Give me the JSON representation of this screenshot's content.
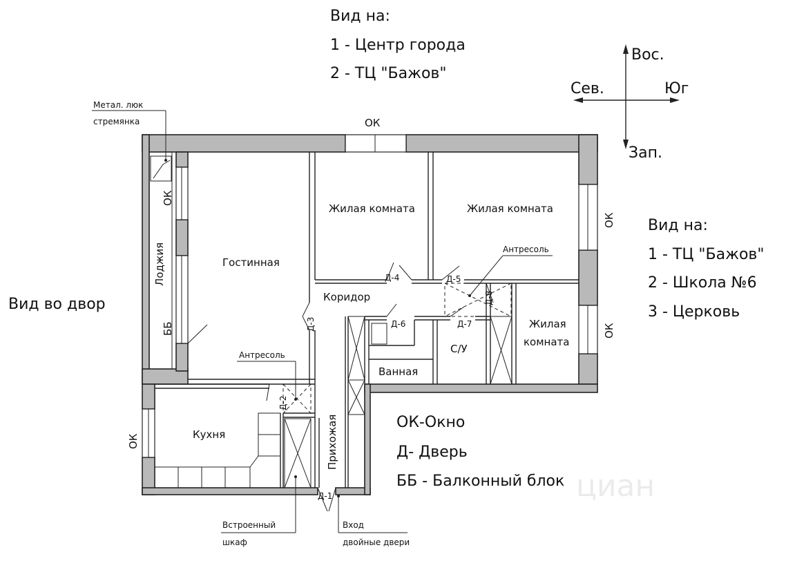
{
  "views": {
    "top": {
      "title": "Вид на:",
      "items": [
        "1 - Центр города",
        "2 - ТЦ \"Бажов\""
      ]
    },
    "right": {
      "title": "Вид на:",
      "items": [
        "1 - ТЦ \"Бажов\"",
        "2 - Школа №6",
        "3 - Церковь"
      ]
    },
    "left": "Вид во двор"
  },
  "compass": {
    "north": "Вос.",
    "west": "Сев.",
    "east": "Юг",
    "south": "Зап."
  },
  "rooms": {
    "living_room": "Гостинная",
    "bedroom_1": "Жилая комната",
    "bedroom_2": "Жилая комната",
    "bedroom_3": "Жилая комната",
    "corridor": "Коридор",
    "loggia": "Лоджия",
    "kitchen": "Кухня",
    "hallway": "Прихожая",
    "bathroom": "Ванная",
    "toilet": "С/У"
  },
  "windows": {
    "top": "ОК",
    "loggia": "ОК",
    "right_upper": "ОК",
    "right_lower": "ОК",
    "kitchen": "ОК"
  },
  "balcony_block": "ББ",
  "doors": [
    "Д-1",
    "Д-2",
    "Д-3",
    "Д-4",
    "Д-5",
    "Д-6",
    "Д-7",
    "Д-8"
  ],
  "callouts": {
    "hatch_line1": "Метал. люк",
    "hatch_line2": "стремянка",
    "mezzanine_1": "Антресоль",
    "mezzanine_2": "Антресоль",
    "wardrobe_line1": "Встроенный",
    "wardrobe_line2": "шкаф",
    "entrance_line1": "Вход",
    "entrance_line2": "двойные двери"
  },
  "legend": [
    "ОК-Окно",
    "Д- Дверь",
    "ББ - Балконный блок"
  ],
  "watermark": "циан"
}
